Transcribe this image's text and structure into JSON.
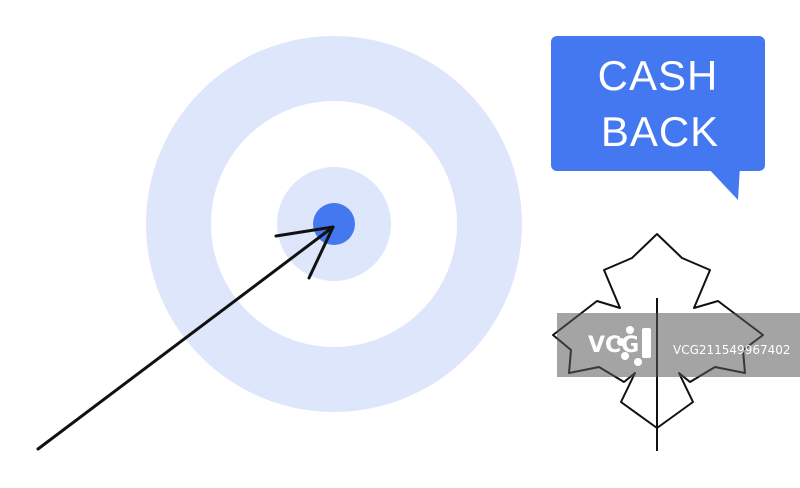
{
  "illustration": {
    "bubble": {
      "line1": "CASH",
      "line2": "BACK",
      "color": "#4478f0"
    },
    "target": {
      "ring_color": "#dde6fa",
      "bullseye_color": "#4478f0"
    },
    "icons": {
      "arrow": "arrow-icon",
      "leaf": "maple-leaf-icon"
    },
    "watermark": {
      "brand": "VCG",
      "id": "VCG211549967402"
    }
  }
}
